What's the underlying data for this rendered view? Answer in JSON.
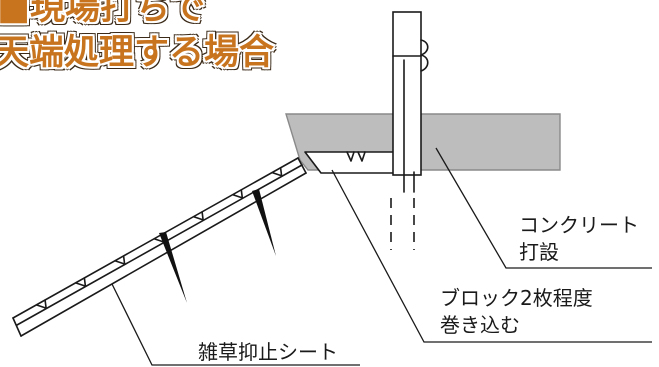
{
  "title": {
    "line1": "■現場打ちで",
    "line2": "天端処理する場合"
  },
  "labels": {
    "concrete_line1": "コンクリート",
    "concrete_line2": "打設",
    "block_line1": "ブロック2枚程度",
    "block_line2": "巻き込む",
    "sheet": "雑草抑止シート"
  },
  "colors": {
    "title": "#c8741f",
    "title_outline": "#ffffff",
    "concrete": "#bdbdbd",
    "line": "#1a1a1a"
  }
}
